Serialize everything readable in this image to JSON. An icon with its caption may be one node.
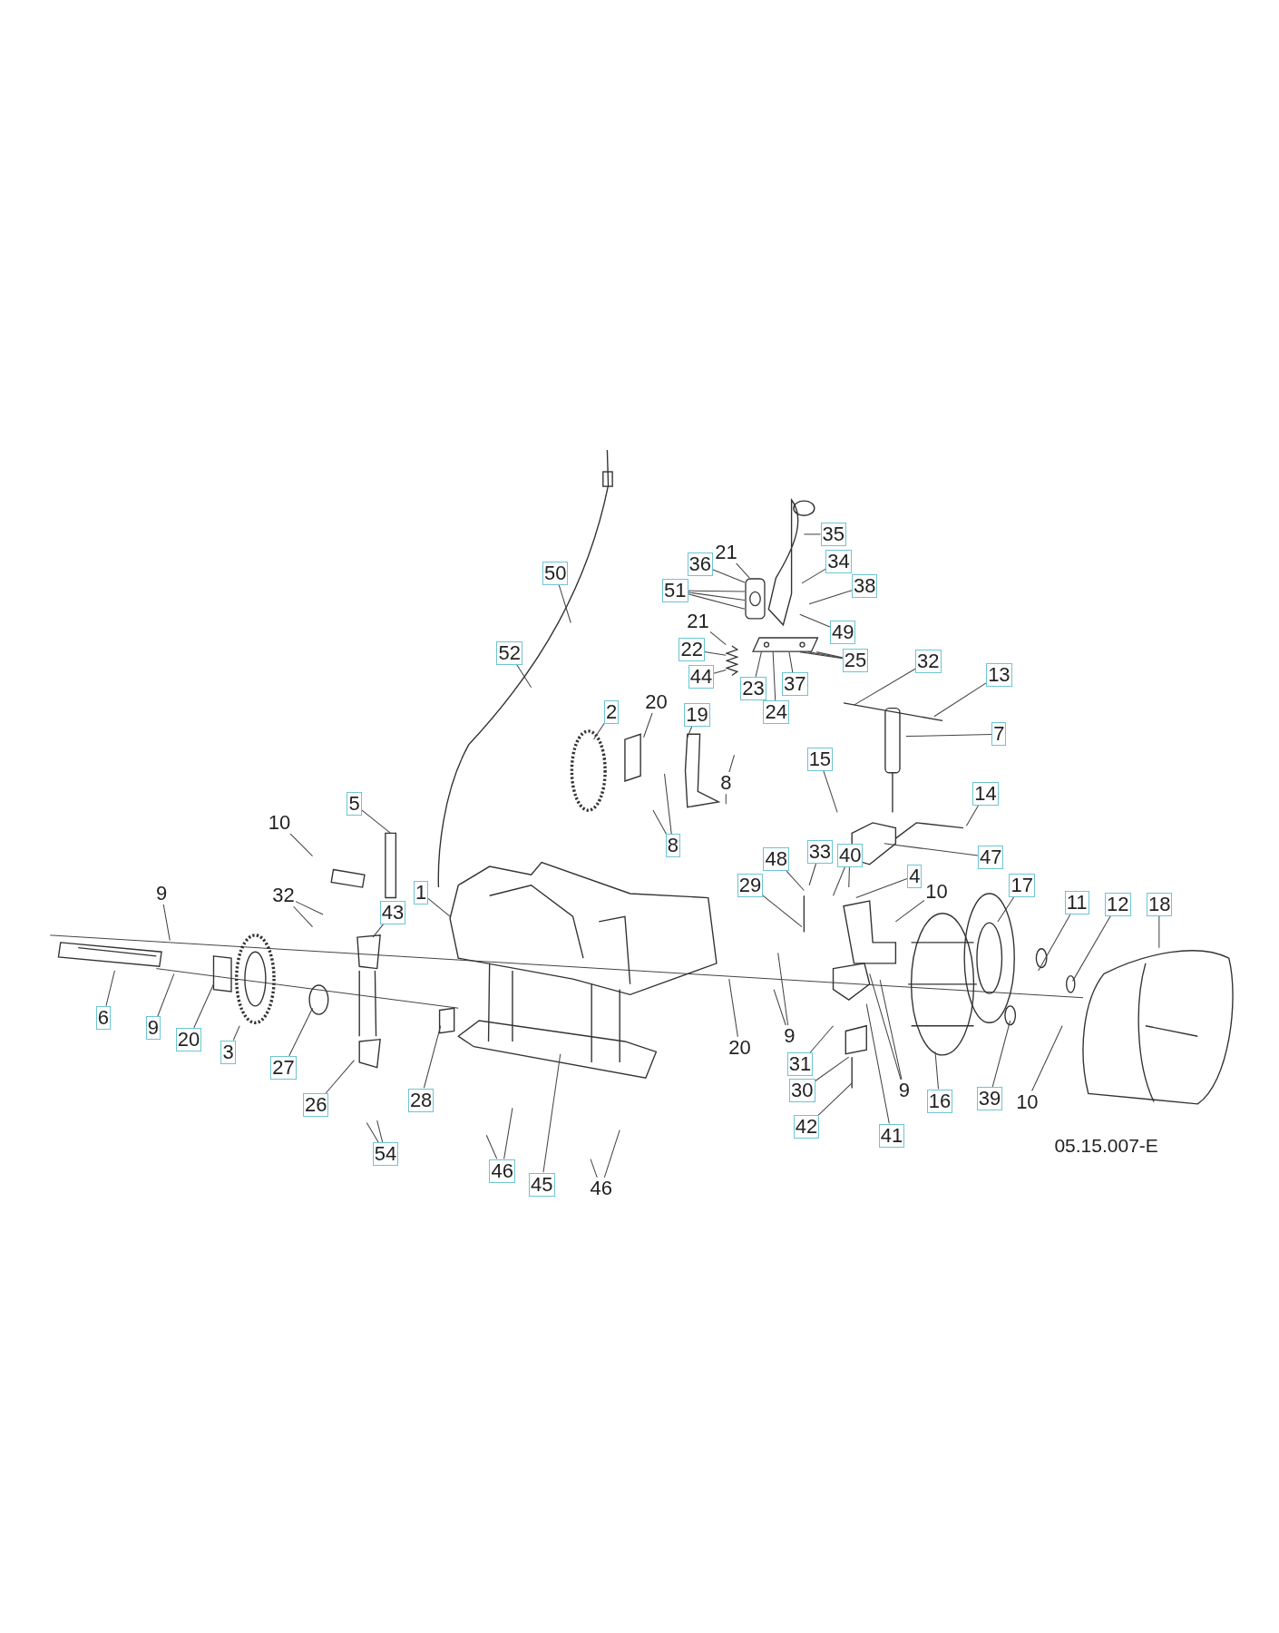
{
  "diagram": {
    "nodes": [
      {
        "text": [
          "50"
        ]
      },
      {
        "text": [
          "52"
        ]
      },
      {
        "text": [
          "35"
        ]
      },
      {
        "text": [
          "21"
        ]
      },
      {
        "text": [
          "36"
        ]
      },
      {
        "text": [
          "51"
        ]
      },
      {
        "text": [
          "34"
        ]
      },
      {
        "text": [
          "38"
        ]
      },
      {
        "text": [
          "49"
        ]
      },
      {
        "text": [
          "21"
        ]
      },
      {
        "text": [
          "22"
        ]
      },
      {
        "text": [
          "44"
        ]
      },
      {
        "text": [
          "23"
        ]
      },
      {
        "text": [
          "24"
        ]
      },
      {
        "text": [
          "37"
        ]
      },
      {
        "text": [
          "25"
        ]
      },
      {
        "text": [
          "32"
        ]
      },
      {
        "text": [
          "13"
        ]
      },
      {
        "text": [
          "2"
        ]
      },
      {
        "text": [
          "20"
        ]
      },
      {
        "text": [
          "19"
        ]
      },
      {
        "text": [
          "7"
        ]
      },
      {
        "text": [
          "8"
        ]
      },
      {
        "text": [
          "15"
        ]
      },
      {
        "text": [
          "14"
        ]
      },
      {
        "text": [
          "5"
        ]
      },
      {
        "text": [
          "10"
        ]
      },
      {
        "text": [
          "8"
        ]
      },
      {
        "text": [
          "47"
        ]
      },
      {
        "text": [
          "33"
        ]
      },
      {
        "text": [
          "40"
        ]
      },
      {
        "text": [
          "48"
        ]
      },
      {
        "text": [
          "29"
        ]
      },
      {
        "text": [
          "4"
        ]
      },
      {
        "text": [
          "10"
        ]
      },
      {
        "text": [
          "17"
        ]
      },
      {
        "text": [
          "11"
        ]
      },
      {
        "text": [
          "12"
        ]
      },
      {
        "text": [
          "18"
        ]
      },
      {
        "text": [
          "1"
        ]
      },
      {
        "text": [
          "43"
        ]
      },
      {
        "text": [
          "32"
        ]
      },
      {
        "text": [
          "9"
        ]
      },
      {
        "text": [
          "6"
        ]
      },
      {
        "text": [
          "9"
        ]
      },
      {
        "text": [
          "20"
        ]
      },
      {
        "text": [
          "3"
        ]
      },
      {
        "text": [
          "27"
        ]
      },
      {
        "text": [
          "26"
        ]
      },
      {
        "text": [
          "28"
        ]
      },
      {
        "text": [
          "54"
        ]
      },
      {
        "text": [
          "46"
        ]
      },
      {
        "text": [
          "45"
        ]
      },
      {
        "text": [
          "46"
        ]
      },
      {
        "text": [
          "20"
        ]
      },
      {
        "text": [
          "9"
        ]
      },
      {
        "text": [
          "31"
        ]
      },
      {
        "text": [
          "30"
        ]
      },
      {
        "text": [
          "42"
        ]
      },
      {
        "text": [
          "9"
        ]
      },
      {
        "text": [
          "41"
        ]
      },
      {
        "text": [
          "16"
        ]
      },
      {
        "text": [
          "39"
        ]
      },
      {
        "text": [
          "10"
        ]
      },
      {
        "text": [],
        "shape": "picture"
      },
      {
        "text": [],
        "shape": "picture"
      },
      {
        "text": [],
        "shape": "picture"
      }
    ],
    "edges": [
      {
        "from": 0,
        "to": null,
        "arrow": "none"
      },
      {
        "from": 1,
        "to": null,
        "arrow": "none"
      },
      {
        "from": 2,
        "to": null,
        "arrow": "none"
      },
      {
        "from": 3,
        "to": 65,
        "arrow": "none"
      },
      {
        "from": 4,
        "to": 65,
        "arrow": "none"
      },
      {
        "from": 5,
        "to": 65,
        "arrow": "none"
      },
      {
        "from": 5,
        "to": 65,
        "arrow": "none"
      },
      {
        "from": 5,
        "to": 65,
        "arrow": "none"
      },
      {
        "from": 6,
        "to": null,
        "arrow": "none"
      },
      {
        "from": 7,
        "to": null,
        "arrow": "none"
      },
      {
        "from": 8,
        "to": null,
        "arrow": "none"
      },
      {
        "from": 9,
        "to": 64,
        "arrow": "none"
      },
      {
        "from": 10,
        "to": 64,
        "arrow": "none"
      },
      {
        "from": 11,
        "to": 64,
        "arrow": "none"
      },
      {
        "from": 12,
        "to": 66,
        "arrow": "none"
      },
      {
        "from": 13,
        "to": 66,
        "arrow": "none"
      },
      {
        "from": 14,
        "to": 66,
        "arrow": "none"
      },
      {
        "from": 15,
        "to": 66,
        "arrow": "none"
      },
      {
        "from": 15,
        "to": 66,
        "arrow": "none"
      },
      {
        "from": 15,
        "to": 66,
        "arrow": "none"
      },
      {
        "from": 16,
        "to": null,
        "arrow": "none"
      },
      {
        "from": 17,
        "to": null,
        "arrow": "none"
      },
      {
        "from": 18,
        "to": null,
        "arrow": "none"
      },
      {
        "from": 19,
        "to": null,
        "arrow": "none"
      },
      {
        "from": 20,
        "to": null,
        "arrow": "none"
      },
      {
        "from": 21,
        "to": null,
        "arrow": "none"
      },
      {
        "from": 22,
        "to": null,
        "arrow": "none"
      },
      {
        "from": 22,
        "to": null,
        "arrow": "none"
      },
      {
        "from": 23,
        "to": null,
        "arrow": "none"
      },
      {
        "from": 24,
        "to": null,
        "arrow": "none"
      },
      {
        "from": 25,
        "to": null,
        "arrow": "none"
      },
      {
        "from": 26,
        "to": null,
        "arrow": "none"
      },
      {
        "from": 27,
        "to": null,
        "arrow": "none"
      },
      {
        "from": 27,
        "to": null,
        "arrow": "none"
      },
      {
        "from": 28,
        "to": null,
        "arrow": "none"
      },
      {
        "from": 29,
        "to": null,
        "arrow": "none"
      },
      {
        "from": 30,
        "to": null,
        "arrow": "none"
      },
      {
        "from": 30,
        "to": null,
        "arrow": "none"
      },
      {
        "from": 31,
        "to": null,
        "arrow": "none"
      },
      {
        "from": 32,
        "to": null,
        "arrow": "none"
      },
      {
        "from": 33,
        "to": null,
        "arrow": "none"
      },
      {
        "from": 34,
        "to": null,
        "arrow": "none"
      },
      {
        "from": 35,
        "to": null,
        "arrow": "none"
      },
      {
        "from": 36,
        "to": null,
        "arrow": "none"
      },
      {
        "from": 37,
        "to": null,
        "arrow": "none"
      },
      {
        "from": 38,
        "to": null,
        "arrow": "none"
      },
      {
        "from": 39,
        "to": null,
        "arrow": "none"
      },
      {
        "from": 40,
        "to": null,
        "arrow": "none"
      },
      {
        "from": 41,
        "to": null,
        "arrow": "none"
      },
      {
        "from": 41,
        "to": null,
        "arrow": "none"
      },
      {
        "from": 42,
        "to": null,
        "arrow": "none"
      },
      {
        "from": 43,
        "to": null,
        "arrow": "none"
      },
      {
        "from": 44,
        "to": null,
        "arrow": "none"
      },
      {
        "from": 45,
        "to": null,
        "arrow": "none"
      },
      {
        "from": 46,
        "to": null,
        "arrow": "none"
      },
      {
        "from": 47,
        "to": null,
        "arrow": "none"
      },
      {
        "from": 48,
        "to": null,
        "arrow": "none"
      },
      {
        "from": 49,
        "to": null,
        "arrow": "none"
      },
      {
        "from": 50,
        "to": null,
        "arrow": "none"
      },
      {
        "from": 50,
        "to": null,
        "arrow": "none"
      },
      {
        "from": 51,
        "to": null,
        "arrow": "none"
      },
      {
        "from": 51,
        "to": null,
        "arrow": "none"
      },
      {
        "from": 52,
        "to": null,
        "arrow": "none"
      },
      {
        "from": 53,
        "to": null,
        "arrow": "none"
      },
      {
        "from": 53,
        "to": null,
        "arrow": "none"
      },
      {
        "from": 54,
        "to": null,
        "arrow": "none"
      },
      {
        "from": 55,
        "to": null,
        "arrow": "none"
      },
      {
        "from": 55,
        "to": null,
        "arrow": "none"
      },
      {
        "from": 56,
        "to": null,
        "arrow": "none"
      },
      {
        "from": 57,
        "to": null,
        "arrow": "none"
      },
      {
        "from": 58,
        "to": null,
        "arrow": "none"
      },
      {
        "from": 59,
        "to": null,
        "arrow": "none"
      },
      {
        "from": 59,
        "to": null,
        "arrow": "none"
      },
      {
        "from": 60,
        "to": null,
        "arrow": "none"
      },
      {
        "from": 61,
        "to": null,
        "arrow": "none"
      },
      {
        "from": 62,
        "to": null,
        "arrow": "none"
      },
      {
        "from": 63,
        "to": null,
        "arrow": "none"
      }
    ],
    "labels": [
      "05.15.007-E"
    ]
  }
}
